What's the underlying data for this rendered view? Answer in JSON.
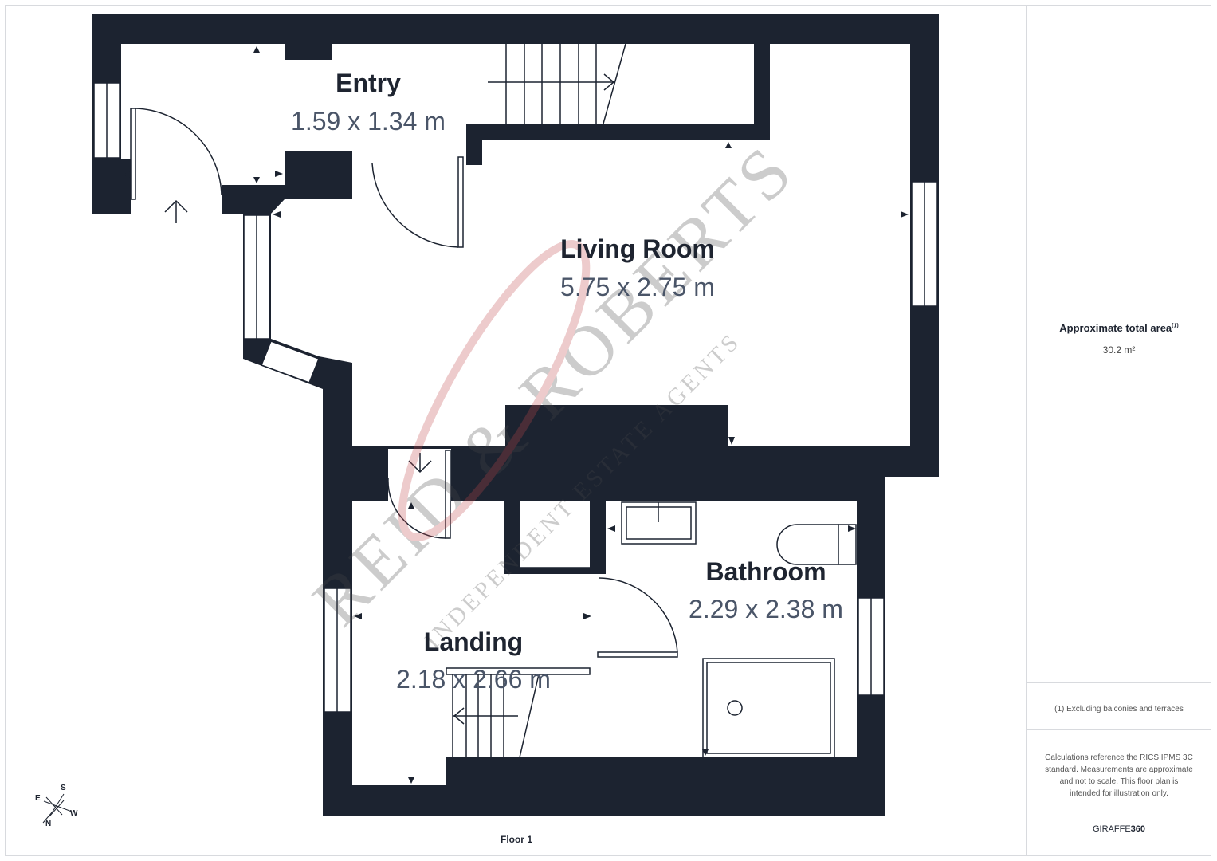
{
  "floor_label": "Floor 1",
  "colors": {
    "wall": "#1c2330",
    "room_text": "#1e2430",
    "dimension_text": "#4a5568",
    "watermark": "#c0474a"
  },
  "rooms": [
    {
      "name": "Entry",
      "dimensions": "1.59 x 1.34 m"
    },
    {
      "name": "Living Room",
      "dimensions": "5.75 x 2.75 m"
    },
    {
      "name": "Bathroom",
      "dimensions": "2.29 x 2.38 m"
    },
    {
      "name": "Landing",
      "dimensions": "2.18 x 2.66 m"
    }
  ],
  "summary": {
    "area_title": "Approximate total area",
    "area_superscript": "(1)",
    "area_value": "30.2 m²",
    "footnote": "(1) Excluding balconies and terraces",
    "disclaimer": "Calculations reference the RICS IPMS 3C standard. Measurements are approximate and not to scale. This floor plan is intended for illustration only.",
    "brand_light": "GIRAFFE",
    "brand_bold": "360"
  },
  "compass": {
    "n": "N",
    "s": "S",
    "e": "E",
    "w": "W"
  },
  "watermark": {
    "logo": "REID & ROBERTS",
    "tagline": "INDEPENDENT ESTATE AGENTS"
  }
}
